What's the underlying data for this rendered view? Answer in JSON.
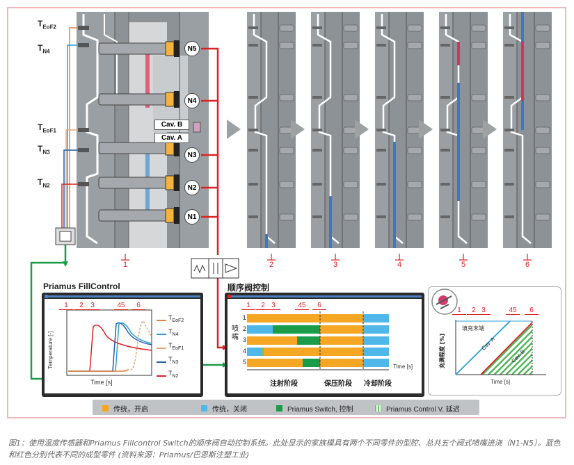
{
  "sensors": [
    {
      "main": "T",
      "sub": "EoF2"
    },
    {
      "main": "T",
      "sub": "N4"
    },
    {
      "main": "T",
      "sub": "EoF1"
    },
    {
      "main": "T",
      "sub": "N3"
    },
    {
      "main": "T",
      "sub": "N2"
    }
  ],
  "nozzles": [
    "N5",
    "N4",
    "N3",
    "N2",
    "N1"
  ],
  "cavities": [
    "Cav. B",
    "Cav. A"
  ],
  "stages": [
    "1",
    "2",
    "3",
    "4",
    "5",
    "6"
  ],
  "fillcontrol": {
    "title": "Priamus FillControl",
    "ylabel": "Temperature [-]",
    "xlabel": "Time [s]",
    "stage_marks": [
      "1",
      "2",
      "3",
      "45",
      "6"
    ],
    "legend": [
      {
        "main": "T",
        "sub": "EoF2",
        "color": "#e8823a"
      },
      {
        "main": "T",
        "sub": "N4",
        "color": "#2a9fd6"
      },
      {
        "main": "T",
        "sub": "EoF1",
        "color": "#e0a878"
      },
      {
        "main": "T",
        "sub": "N3",
        "color": "#1f5fa8"
      },
      {
        "main": "T",
        "sub": "N2",
        "color": "#e02020"
      }
    ]
  },
  "sequence": {
    "title": "顺序阀控制",
    "ylabel": "喷嘴",
    "xlabel": "Time [s]",
    "stage_marks": [
      "1",
      "2",
      "3",
      "45",
      "6"
    ],
    "rows": [
      "1",
      "2",
      "3",
      "4",
      "5"
    ],
    "phases": [
      "注射阶段",
      "保压阶段",
      "冷却阶段"
    ]
  },
  "filling": {
    "ylabel": "充满程度 [%]",
    "xlabel": "Time [s]",
    "end_label": "填充末端",
    "cav_a": "Cav. A",
    "cav_b": "Cav. B",
    "stage_marks": [
      "1",
      "2",
      "3",
      "45",
      "6"
    ]
  },
  "legend": [
    {
      "label": "传统，开启",
      "color": "#f5a623"
    },
    {
      "label": "传统，关闭",
      "color": "#4fb8e8"
    },
    {
      "label": "Priamus Switch, 控制",
      "color": "#1a9c4a"
    },
    {
      "label": "Priamus Control V, 延迟",
      "color": "#6fc36f"
    }
  ],
  "caption": "图1：使用温度传感器和Priamus Fillcontrol Switch的顺序阀自动控制系统。此处显示的家族模具有两个不同零件的型腔、总共五个阀式喷嘴进浇（N1-N5）。蓝色和红色分别代表不同的成型零件 (资料来源：Priamus/巴恩斯注塑工业)"
}
